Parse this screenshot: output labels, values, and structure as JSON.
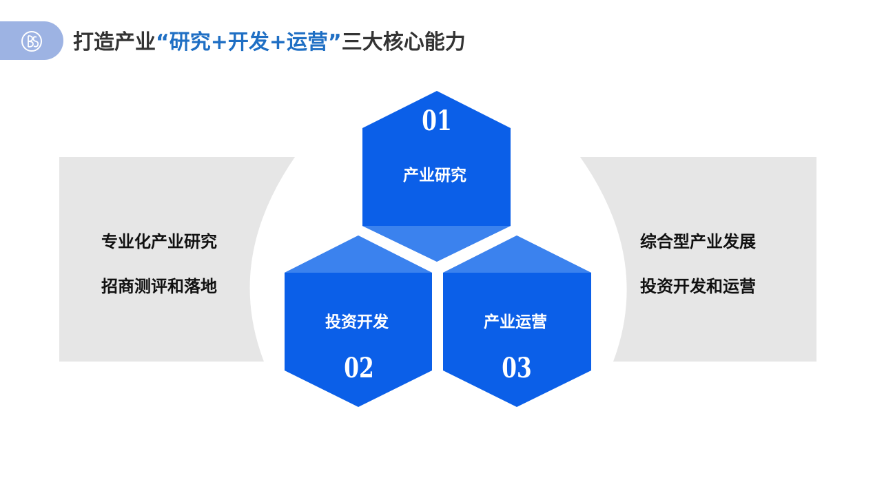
{
  "header": {
    "title_pre": "打造产业",
    "title_highlight": "“研究+开发+运营”",
    "title_post": "三大核心能力",
    "logo_icon": "bs-logo-icon",
    "highlight_color": "#1f6fc4"
  },
  "left_panel": {
    "line1": "专业化产业研究",
    "line2": "招商测评和落地"
  },
  "right_panel": {
    "line1": "综合型产业发展",
    "line2": "投资开发和运营"
  },
  "hexagons": [
    {
      "number": "01",
      "label": "产业研究"
    },
    {
      "number": "02",
      "label": "投资开发"
    },
    {
      "number": "03",
      "label": "产业运营"
    }
  ],
  "colors": {
    "hex_blue": "#0b5fe8",
    "hex_light": "#3b82ee",
    "panel_gray": "#e6e6e6"
  }
}
